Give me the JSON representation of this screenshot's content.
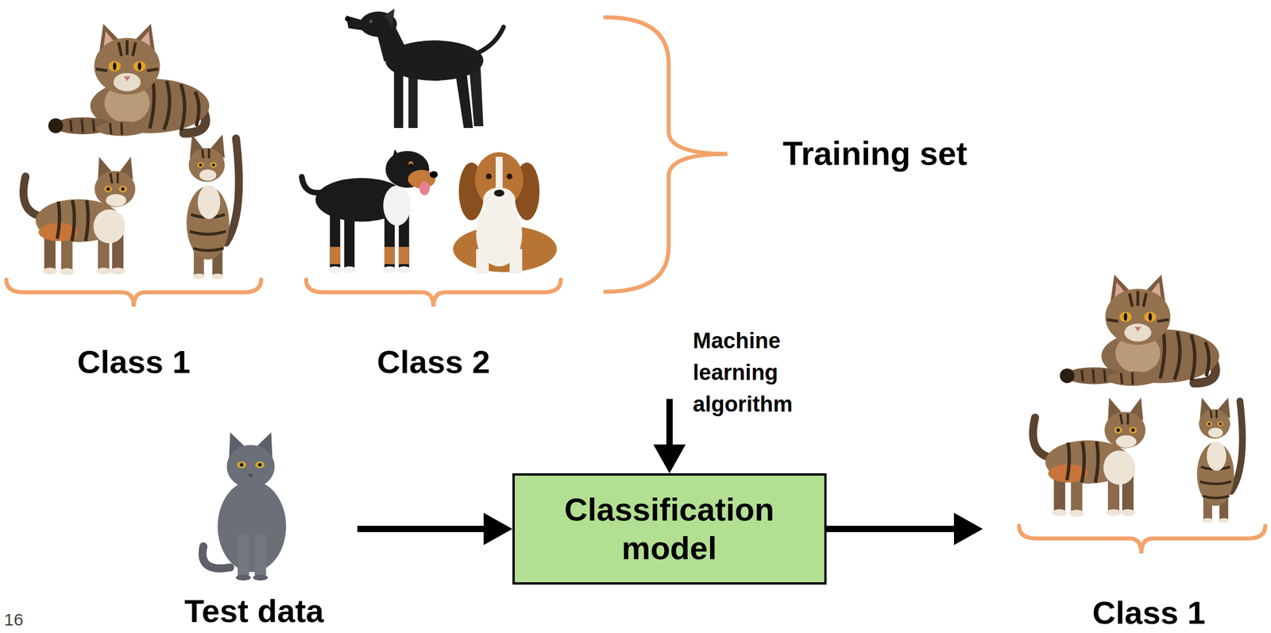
{
  "diagram": {
    "nodes": [
      {
        "text": [
          "Training set"
        ]
      },
      {
        "text": [
          "Class 1"
        ],
        "in": 0
      },
      {
        "text": [
          "Class 2"
        ],
        "in": 0
      },
      {
        "text": [
          "Test data"
        ]
      },
      {
        "text": [
          "Classification model"
        ]
      },
      {
        "text": [
          "Class 1"
        ]
      }
    ],
    "edges": [
      {
        "from": 0,
        "to": 4,
        "arrow": "to",
        "label": "Machine learning algorithm"
      },
      {
        "from": 3,
        "to": 4,
        "arrow": "to"
      },
      {
        "from": 4,
        "to": 5,
        "arrow": "to"
      }
    ],
    "labels": [
      "16"
    ]
  }
}
